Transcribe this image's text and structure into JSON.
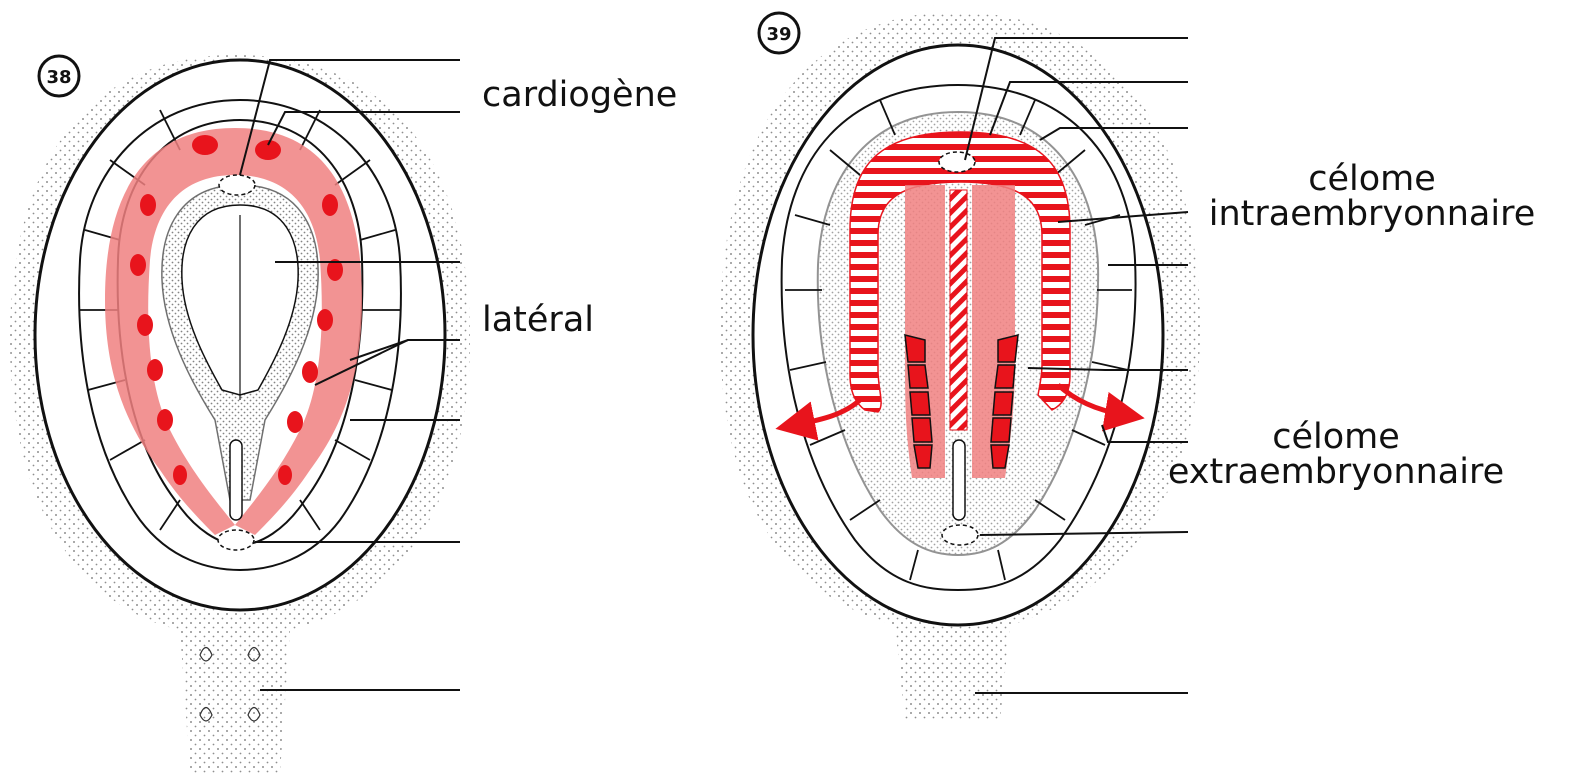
{
  "figure_38": {
    "number": "38",
    "labels": {
      "cardiogenic": "cardiogène",
      "lateral": "latéral"
    }
  },
  "figure_39": {
    "number": "39",
    "labels": {
      "intra_line1": "célome",
      "intra_line2": "intraembryonnaire",
      "extra_line1": "célome",
      "extra_line2": "extraembryonnaire"
    }
  },
  "colors": {
    "mesoderm_pink": "#f08080",
    "somite_red": "#e8141c",
    "stripe_red": "#e8141c",
    "outline": "#111111"
  }
}
